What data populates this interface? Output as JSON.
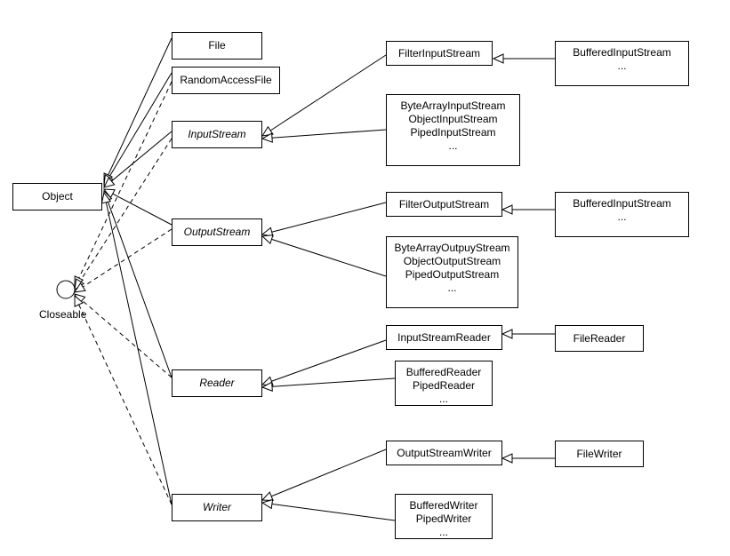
{
  "classes": {
    "object": "Object",
    "file": "File",
    "random_access_file": "RandomAccessFile",
    "input_stream": "InputStream",
    "output_stream": "OutputStream",
    "reader": "Reader",
    "writer": "Writer",
    "filter_input_stream": "FilterInputStream",
    "buffered_input_stream_1": [
      "BufferedInputStream",
      "..."
    ],
    "input_stream_subclasses": [
      "ByteArrayInputStream",
      "ObjectInputStream",
      "PipedInputStream",
      "..."
    ],
    "filter_output_stream": "FilterOutputStream",
    "buffered_input_stream_2": [
      "BufferedInputStream",
      "..."
    ],
    "output_stream_subclasses": [
      "ByteArrayOutpuyStream",
      "ObjectOutputStream",
      "PipedOutputStream",
      "..."
    ],
    "input_stream_reader": "InputStreamReader",
    "file_reader": "FileReader",
    "reader_subclasses": [
      "BufferedReader",
      "PipedReader",
      "..."
    ],
    "output_stream_writer": "OutputStreamWriter",
    "file_writer": "FileWriter",
    "writer_subclasses": [
      "BufferedWriter",
      "PipedWriter",
      "..."
    ]
  },
  "interface": {
    "closeable": "Closeable"
  },
  "relations": {
    "extends": [
      [
        "file",
        "object"
      ],
      [
        "random_access_file",
        "object"
      ],
      [
        "input_stream",
        "object"
      ],
      [
        "output_stream",
        "object"
      ],
      [
        "reader",
        "object"
      ],
      [
        "writer",
        "object"
      ],
      [
        "filter_input_stream",
        "input_stream"
      ],
      [
        "input_stream_subclasses",
        "input_stream"
      ],
      [
        "buffered_input_stream_1",
        "filter_input_stream"
      ],
      [
        "filter_output_stream",
        "output_stream"
      ],
      [
        "output_stream_subclasses",
        "output_stream"
      ],
      [
        "buffered_input_stream_2",
        "filter_output_stream"
      ],
      [
        "input_stream_reader",
        "reader"
      ],
      [
        "reader_subclasses",
        "reader"
      ],
      [
        "file_reader",
        "input_stream_reader"
      ],
      [
        "output_stream_writer",
        "writer"
      ],
      [
        "writer_subclasses",
        "writer"
      ],
      [
        "file_writer",
        "output_stream_writer"
      ]
    ],
    "implements": [
      [
        "random_access_file",
        "closeable"
      ],
      [
        "input_stream",
        "closeable"
      ],
      [
        "output_stream",
        "closeable"
      ],
      [
        "reader",
        "closeable"
      ],
      [
        "writer",
        "closeable"
      ]
    ]
  },
  "colors": {
    "line": "#000000",
    "background": "#ffffff"
  }
}
